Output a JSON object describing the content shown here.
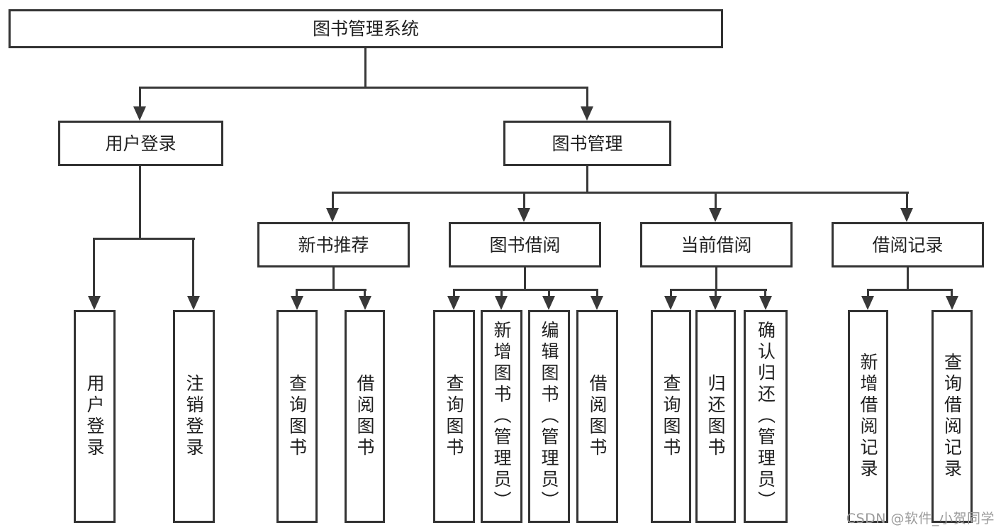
{
  "nodes": {
    "root": "图书管理系统",
    "level2": {
      "user_login": "用户登录",
      "book_management": "图书管理"
    },
    "level3": {
      "new_book_recommend": "新书推荐",
      "book_borrow": "图书借阅",
      "current_borrow": "当前借阅",
      "borrow_records": "借阅记录"
    },
    "leaves": {
      "user_login": [
        "用户登录",
        "注销登录"
      ],
      "new_book_recommend": [
        "查询图书",
        "借阅图书"
      ],
      "book_borrow": [
        "查询图书",
        "新增图书（管理员）",
        "编辑图书（管理员）",
        "借阅图书"
      ],
      "current_borrow": [
        "查询图书",
        "归还图书",
        "确认归还（管理员）"
      ],
      "borrow_records": [
        "新增借阅记录",
        "查询借阅记录"
      ]
    }
  },
  "watermark": "CSDN @软件_小贺同学",
  "colors": {
    "line": "#383838",
    "border": "#333333",
    "text": "#1f1f1f",
    "background": "#ffffff",
    "watermark": "#9b9b9b"
  }
}
